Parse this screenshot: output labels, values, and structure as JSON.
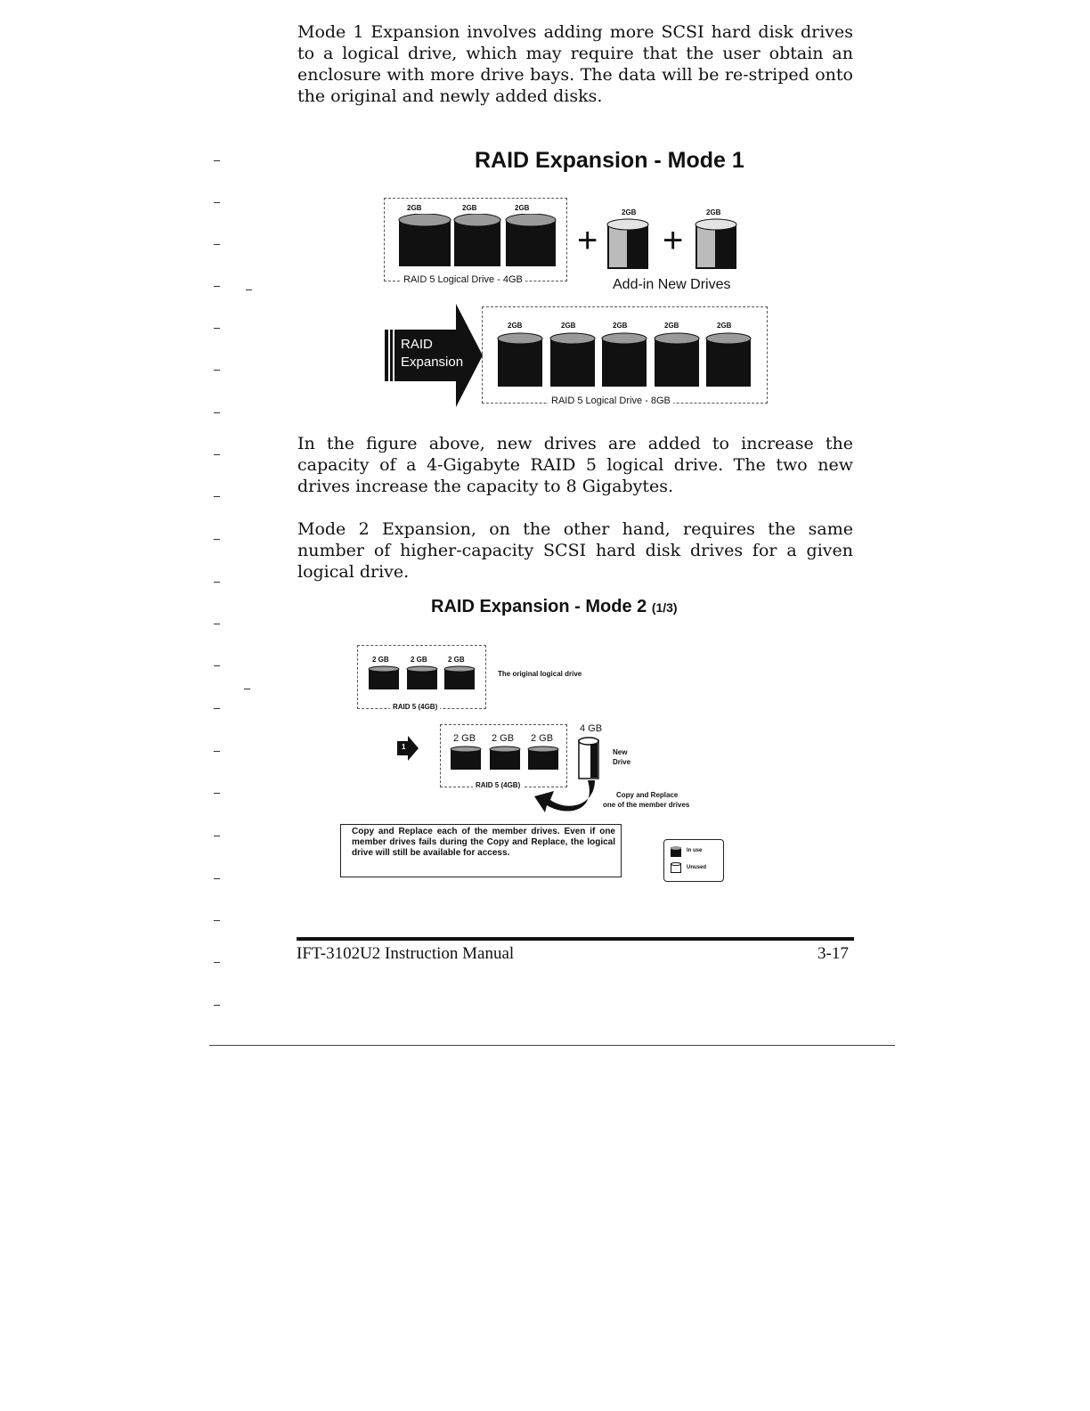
{
  "paragraphs": {
    "p1": "Mode 1 Expansion involves adding more SCSI hard disk drives to a logical drive, which may require that the user obtain an enclosure with more drive bays. The data will be re-striped onto the original and newly added disks.",
    "p2": "In the figure above, new drives are added to increase the capacity of a 4-Gigabyte RAID 5 logical drive. The two new drives increase the capacity to 8 Gigabytes.",
    "p3": "Mode 2 Expansion, on the other hand, requires the same number of higher-capacity SCSI hard disk drives for a given logical drive."
  },
  "figure1": {
    "title": "RAID Expansion - Mode 1",
    "drive_label": "2GB",
    "original_caption": "RAID 5 Logical Drive - 4GB",
    "addin_caption": "Add-in New Drives",
    "plus": "+",
    "arrow_label_line1": "RAID",
    "arrow_label_line2": "Expansion",
    "result_caption": "RAID 5 Logical Drive - 8GB"
  },
  "figure2": {
    "title": "RAID Expansion - Mode 2",
    "title_suffix": "(1/3)",
    "drive_label_small": "2 GB",
    "original_note": "The original logical drive",
    "raid_caption": "RAID 5 (4GB)",
    "step_number": "1",
    "drive_label": "2 GB",
    "new_drive_size": "4 GB",
    "new_drive_label_line1": "New",
    "new_drive_label_line2": "Drive",
    "copy_note_line1": "Copy and Replace",
    "copy_note_line2": "one of the member drives",
    "note": "Copy and Replace each of the member drives. Even if one member drives fails during the Copy and Replace, the logical drive will still be available for access.",
    "legend_in_use": "In use",
    "legend_unused": "Unused"
  },
  "footer": {
    "manual": "IFT-3102U2 Instruction Manual",
    "page": "3-17"
  }
}
